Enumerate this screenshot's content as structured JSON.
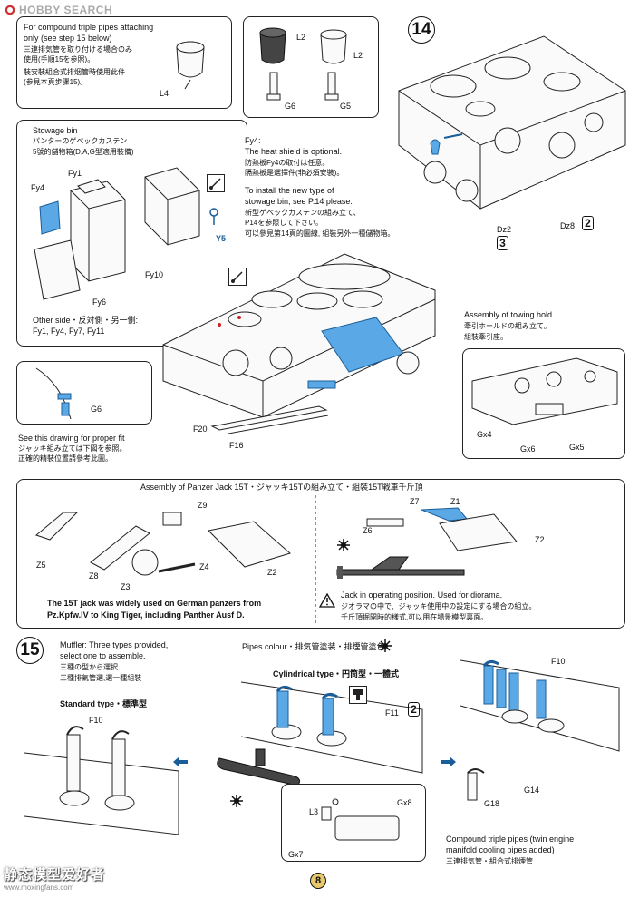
{
  "header": {
    "logo_text": "HOBBY SEARCH"
  },
  "colors": {
    "highlight": "#5aa9e6",
    "page_badge": "#e8c96a",
    "dark_part": "#444444"
  },
  "step14": {
    "number": "14",
    "compound_note": {
      "line1": "For compound triple pipes attaching",
      "line2": "only (see step 15 below)",
      "jp1": "三連排気管を取り付ける場合のみ",
      "jp2": "使用(手順15を参照)。",
      "cn1": "裝安裝組合式排烟管時使用此件",
      "cn2": "(参見本頁步骤15)。"
    },
    "part_labels": {
      "L4": "L4",
      "L2a": "L2",
      "L2b": "L2",
      "G6a": "G6",
      "G5": "G5",
      "Fy1": "Fy1",
      "Fy4": "Fy4",
      "Fy10": "Fy10",
      "Fy6": "Fy6",
      "Y5": "Y5",
      "Dz2": "Dz2",
      "Dz3": "3",
      "Dz8": "Dz8",
      "Dz8qty": "2",
      "G6b": "G6",
      "F20": "F20",
      "F16": "F16",
      "Gx4": "Gx4",
      "Gx6": "Gx6",
      "Gx5": "Gx5"
    },
    "stowage": {
      "title": "Stowage bin",
      "jp": "パンターのゲペックカステン",
      "cn": "5號的儲物箱(D,A,G型適用裝備)",
      "other_side": "Other side・反対側・另一側:",
      "other_parts": "Fy1, Fy4, Fy7, Fy11"
    },
    "fy4_note": {
      "l1": "Fy4:",
      "l2": "The heat shield is optional.",
      "l3": "防熱板Fy4の取付は任意。",
      "l4": "隔熱板是選擇件(非必須安裝)。",
      "l5": "To install the new type of",
      "l6": "stowage bin, see P.14 please.",
      "l7": "新型ゲペックカステンの組み立て、",
      "l8": "P14を参照して下さい。",
      "l9": "可以參見第14頁的圖線, 組裝另外一種儲物箱。"
    },
    "towing": {
      "l1": "Assembly of towing hold",
      "l2": "牽引ホールドの組み立て。",
      "l3": "組裝牽引座。"
    },
    "see_drawing": {
      "l1": "See this drawing for proper fit",
      "l2": "ジャッキ組み立ては下図を参照。",
      "l3": "正確的精裝位置請參考此圖。"
    },
    "jack": {
      "title": "Assembly of Panzer Jack 15T・ジャッキ15Tの組み立て・組裝15T戦車千斤頂",
      "labels": {
        "Z9": "Z9",
        "Z5": "Z5",
        "Z8": "Z8",
        "Z3": "Z3",
        "Z4": "Z4",
        "Z2a": "Z2",
        "Z7": "Z7",
        "Z1": "Z1",
        "Z6": "Z6",
        "Z2b": "Z2"
      },
      "note1": "The 15T jack was widely used on German panzers from",
      "note2": "Pz.Kpfw.IV to King Tiger, including Panther Ausf D.",
      "op1": "Jack in operating position. Used for diorama.",
      "op2": "ジオラマの中で、ジャッキ使用中の設定にする場合の組立。",
      "op3": "千斤頂掘開時的樣式,可以用在場景模型裏面。"
    }
  },
  "step15": {
    "number": "15",
    "muffler": {
      "l1": "Muffler: Three types provided,",
      "l2": "select one to assemble.",
      "l3": "三種の型から選択",
      "l4": "三種排氣管選,選一種組裝"
    },
    "standard": "Standard type・標準型",
    "pipes_colour": "Pipes colour・排気管塗装・排煙管塗色:",
    "cylindrical": "Cylindrical type・円筒型・一體式",
    "compound": {
      "l1": "Compound triple pipes (twin engine",
      "l2": "manifold cooling pipes added)",
      "l3": "三連排気管・組合式排煙管"
    },
    "part_labels": {
      "F10a": "F10",
      "F11": "F11",
      "F11qty": "2",
      "F10b": "F10",
      "G14": "G14",
      "G18": "G18",
      "L3": "L3",
      "Gx8": "Gx8",
      "Gx7": "Gx7"
    }
  },
  "footer": {
    "page": "8",
    "watermark": "静态模型爱好者",
    "url": "www.moxingfans.com"
  }
}
